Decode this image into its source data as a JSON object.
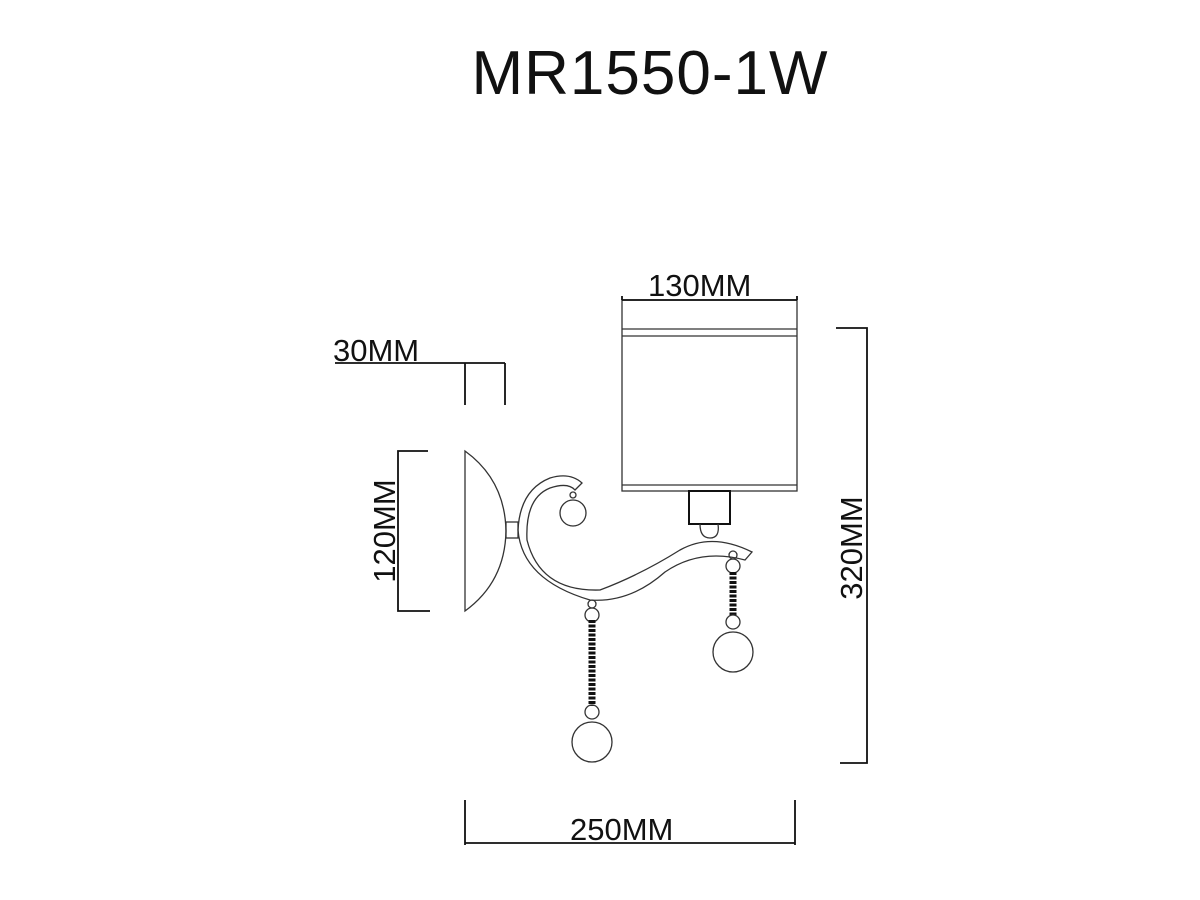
{
  "title": "MR1550-1W",
  "dimensions": {
    "shade_width": "130MM",
    "backplate_depth": "30MM",
    "backplate_height": "120MM",
    "total_height": "320MM",
    "total_width": "250MM"
  },
  "colors": {
    "line": "#222222",
    "chain": "#111111"
  }
}
